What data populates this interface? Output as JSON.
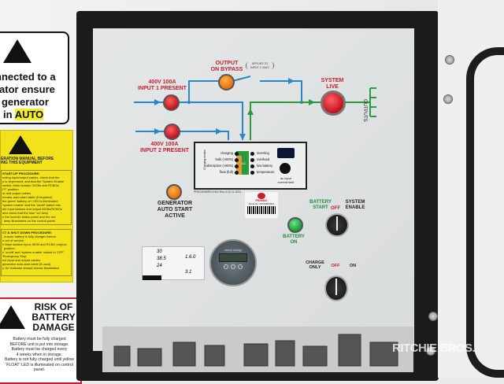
{
  "stickers": {
    "generator_notice": "nnected to a\nrator ensure\nt generator\n in AUTO",
    "generator_lines": [
      "nnected to a",
      "rator ensure",
      "t generator"
    ],
    "generator_in": "in",
    "generator_auto": "AUTO",
    "manual_title": "ERATION MANUAL BEFORE\nING THIS EQUIPMENT",
    "startup_title": "START-UP PROCEDURE:",
    "startup_lines": [
      "ecting input/output cables, check that the",
      "p is depressed, and that the 'System Enable'",
      "switch, Main Isolator, MCBs and RCBOs",
      "FF' position",
      "ut and output cables",
      "nerator auto-start cable (if required)",
      "the green 'battery on' LED is illuminated",
      "'system enable' and the 'on/off' switch into",
      "ain input isolator and output MCBs/RCBOs",
      "and check that the blue 'on' lamp",
      "n the inverter status panel and the red",
      "' lamp illuminates on the control panel"
    ],
    "shutdown_title": "CT & SHUT DOWN PROCEDURE:",
    "shutdown_lines": [
      ", ensure battery is fully charged before",
      "n out of service.",
      "e Main isolator input, MCB and RCBO outputs",
      "' position",
      "e 'on/off' and 'system enable' switch to 'OFF'",
      "'Emergency Stop'",
      "ect input and output cables",
      "generator auto-start cable (if used)",
      "y On' indicator should remain illuminated"
    ],
    "risk_title": "RISK OF BATTERY DAMAGE",
    "risk_lines": [
      "Battery must be fully charged",
      "BEFORE unit is put into storage.",
      "Battery must be charged every",
      "4 weeks when in storage.",
      "Battery is not fully charged until yellow",
      "'FLOAT' LED is illuminated on control panel."
    ]
  },
  "panel": {
    "output_bypass": "OUTPUT\nON BYPASS",
    "applies": "APPLIES TO\nINPUT 1 ONLY",
    "input1": "400V 100A\nINPUT 1 PRESENT",
    "input2": "400V 100A\nINPUT 2 PRESENT",
    "system_live": "SYSTEM\nLIVE",
    "outputs": "OUTPUTS",
    "generator_auto": "GENERATOR\nAUTO START\nACTIVE",
    "battery_start": "BATTERY\nSTART",
    "off": "OFF",
    "system_enable": "SYSTEM\nENABLE",
    "battery_on": "BATTERY\nON",
    "charge_only": "CHARGE\nONLY",
    "on": "ON",
    "doc_ref": "PRN7A03ERG-ENG Rev 4 03 11 2021",
    "brand": "PRAMAC",
    "serial": "Serial No. DPGM003321",
    "colors": {
      "blue_line": "#2a86c8",
      "green_line": "#2a9a3c",
      "label_red": "#c4202c"
    }
  },
  "inverter_panel": {
    "charging_modes": "Charging modes",
    "left": [
      "charging",
      "bulk (<80%)",
      "absorption (>80%)",
      "float (full)"
    ],
    "right": [
      "inverting",
      "overload",
      "low battery",
      "temperature"
    ],
    "ac": "AC",
    "knob_label": "ac input\ncurrent limit"
  },
  "meter": {
    "brand": "victron energy"
  },
  "handwritten": {
    "values": [
      "30",
      "38.5",
      "24",
      "3.1",
      "1.6.0"
    ]
  },
  "watermark": "RITCHIE BROS."
}
